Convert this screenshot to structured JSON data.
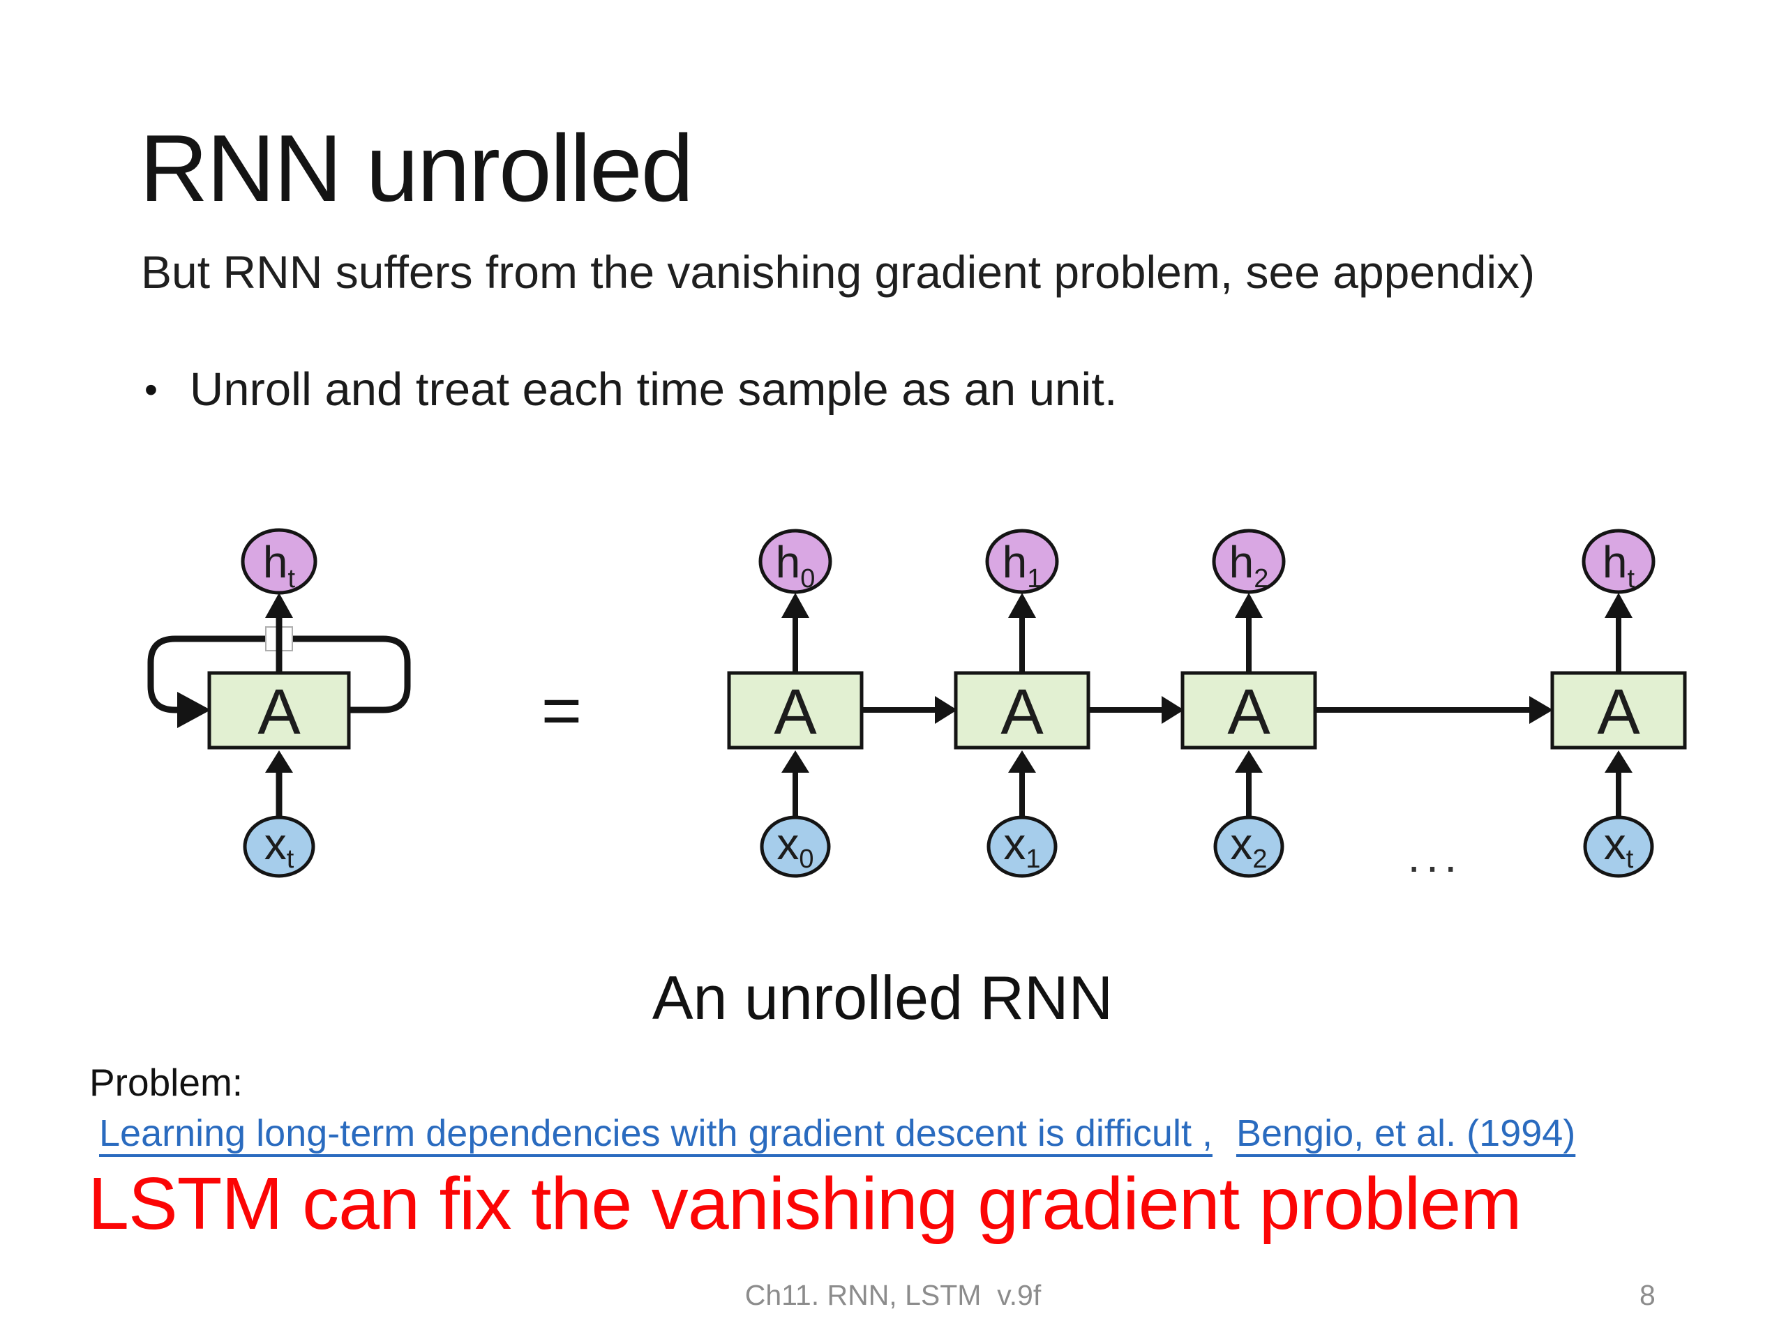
{
  "slide": {
    "title": "RNN unrolled",
    "subtitle": "But RNN suffers from the vanishing gradient problem, see appendix)",
    "bullet_marker": "•",
    "bullet": "Unroll and treat each time sample as an unit.",
    "equals_sign": "=",
    "diagram_caption": "An unrolled RNN",
    "problem_label": "Problem:",
    "reference_links": [
      {
        "text": "Learning long-term dependencies with gradient descent is difficult ,"
      },
      {
        "text": "Bengio, et al. (1994)"
      }
    ],
    "conclusion": "LSTM can fix the vanishing gradient problem",
    "footer": {
      "center": "Ch11. RNN, LSTM  v.9f",
      "page": "8"
    }
  },
  "diagram": {
    "rolled": {
      "h": {
        "base": "h",
        "sub": "t"
      },
      "a": "A",
      "x": {
        "base": "x",
        "sub": "t"
      }
    },
    "units": [
      {
        "h": {
          "base": "h",
          "sub": "0"
        },
        "a": "A",
        "x": {
          "base": "x",
          "sub": "0"
        }
      },
      {
        "h": {
          "base": "h",
          "sub": "1"
        },
        "a": "A",
        "x": {
          "base": "x",
          "sub": "1"
        }
      },
      {
        "h": {
          "base": "h",
          "sub": "2"
        },
        "a": "A",
        "x": {
          "base": "x",
          "sub": "2"
        }
      },
      {
        "h": {
          "base": "h",
          "sub": "t"
        },
        "a": "A",
        "x": {
          "base": "x",
          "sub": "t"
        }
      }
    ],
    "ellipsis": "...",
    "colors": {
      "h_fill": "#d9a7e3",
      "x_fill": "#a6cdeb",
      "a_fill": "#e2f0d2",
      "stroke": "#141414",
      "link_blue": "#2a6bbf",
      "conclusion_red": "#fb0505"
    }
  }
}
